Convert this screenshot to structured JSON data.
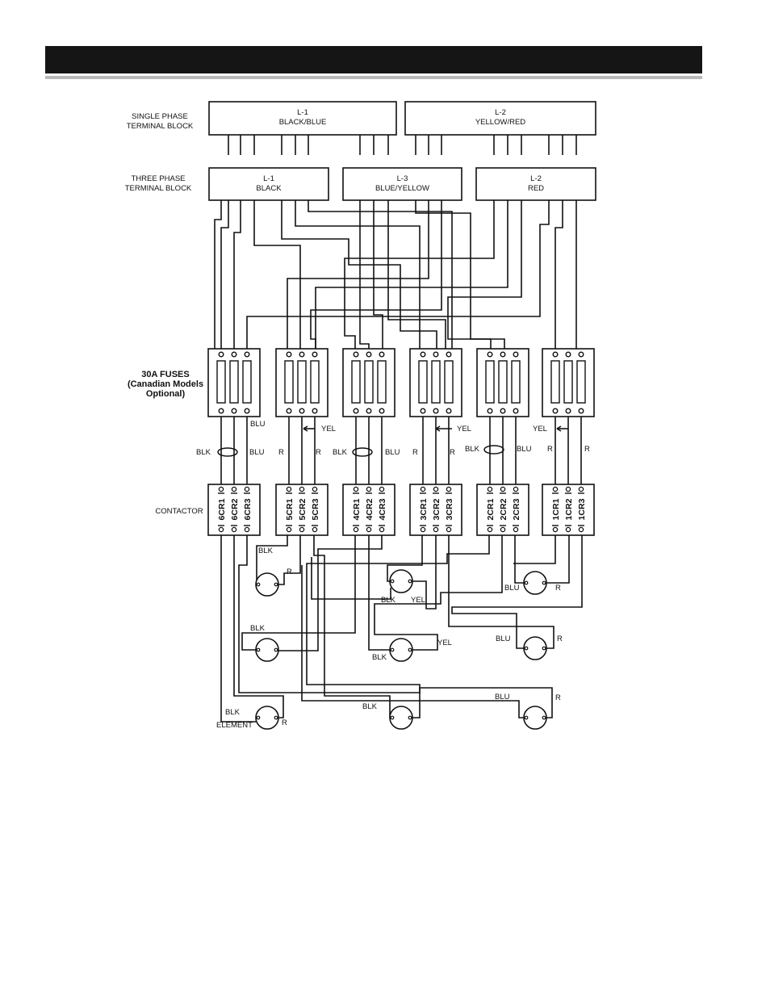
{
  "labels": {
    "single_phase": [
      "SINGLE PHASE",
      "TERMINAL BLOCK"
    ],
    "three_phase": [
      "THREE PHASE",
      "TERMINAL BLOCK"
    ],
    "fuses": [
      "30A FUSES",
      "(Canadian Models",
      "Optional)"
    ],
    "contactor": "CONTACTOR",
    "element": "ELEMENT"
  },
  "single_phase_blocks": [
    {
      "name": "L-1",
      "color": "BLACK/BLUE"
    },
    {
      "name": "L-2",
      "color": "YELLOW/RED"
    }
  ],
  "three_phase_blocks": [
    {
      "name": "L-1",
      "color": "BLACK"
    },
    {
      "name": "L-3",
      "color": "BLUE/YELLOW"
    },
    {
      "name": "L-2",
      "color": "RED"
    }
  ],
  "contactors": [
    [
      "6CR1",
      "6CR2",
      "6CR3"
    ],
    [
      "5CR1",
      "5CR2",
      "5CR3"
    ],
    [
      "4CR1",
      "4CR2",
      "4CR3"
    ],
    [
      "3CR1",
      "3CR2",
      "3CR3"
    ],
    [
      "2CR1",
      "2CR2",
      "2CR3"
    ],
    [
      "1CR1",
      "1CR2",
      "1CR3"
    ]
  ],
  "wire_labels": {
    "blk": "BLK",
    "blu": "BLU",
    "yel": "YEL",
    "r": "R"
  }
}
